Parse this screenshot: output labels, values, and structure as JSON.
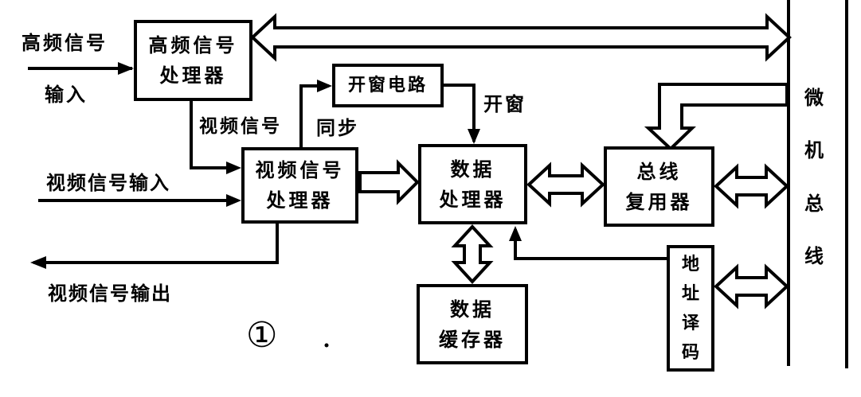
{
  "diagram": {
    "figure_marker": "①",
    "boxes": {
      "hf_processor": {
        "line1": "高频信号",
        "line2": "处理器"
      },
      "window_circuit": {
        "label": "开窗电路"
      },
      "video_processor": {
        "line1": "视频信号",
        "line2": "处理器"
      },
      "data_processor": {
        "line1": "数据",
        "line2": "处理器"
      },
      "bus_multiplexer": {
        "line1": "总线",
        "line2": "复用器"
      },
      "data_buffer": {
        "line1": "数据",
        "line2": "缓存器"
      },
      "address_decoder": {
        "chars": [
          "地",
          "址",
          "译",
          "码"
        ]
      }
    },
    "line_labels": {
      "hf_input_line1": "高频信号",
      "hf_input_line2": "输入",
      "video_signal": "视频信号",
      "sync": "同步",
      "window": "开窗",
      "video_input": "视频信号输入",
      "video_output": "视频信号输出"
    },
    "bus_label_chars": [
      "微",
      "机",
      "总",
      "线"
    ],
    "colors": {
      "ink": "#000000",
      "paper": "#ffffff"
    }
  }
}
